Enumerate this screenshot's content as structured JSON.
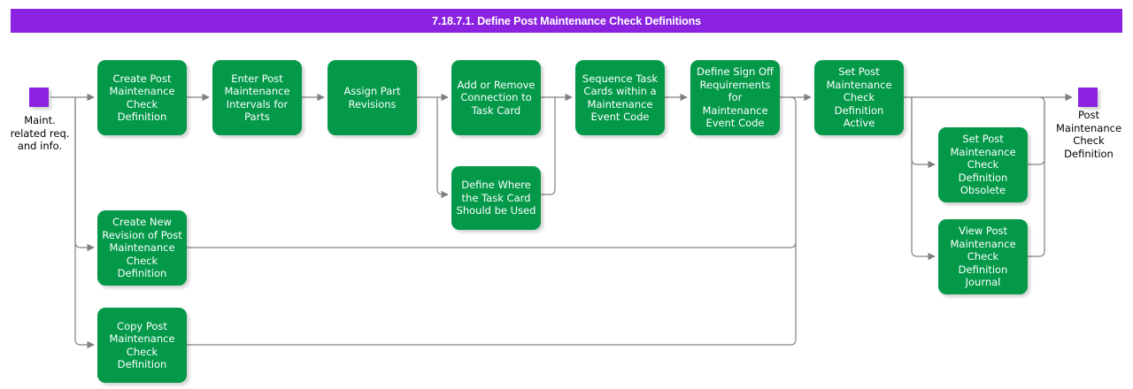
{
  "header": {
    "title": "7.18.7.1. Define Post Maintenance Check Definitions",
    "bar_color": "#8A22E0",
    "text_color": "#FFFFFF"
  },
  "colors": {
    "process_fill": "#039949",
    "process_text": "#FFFFFF",
    "terminal_fill": "#8A22E0",
    "connector": "#808080",
    "background": "#FFFFFF"
  },
  "diagram": {
    "type": "flowchart",
    "orientation": "left-to-right",
    "start_terminal": {
      "name": "maint-related-req-and-info",
      "label": "Maint.\nrelated req.\nand info.",
      "shape": "square",
      "color": "#8A22E0"
    },
    "end_terminal": {
      "name": "post-maintenance-check-definition",
      "label": "Post\nMaintenance\nCheck\nDefinition",
      "shape": "square",
      "color": "#8A22E0"
    },
    "nodes": [
      {
        "id": "create-post-maintenance-check-definition",
        "label": "Create Post\nMaintenance\nCheck Definition",
        "row": "main"
      },
      {
        "id": "enter-post-maintenance-intervals-for-parts",
        "label": "Enter Post\nMaintenance\nIntervals for\nParts",
        "row": "main"
      },
      {
        "id": "assign-part-revisions",
        "label": "Assign Part\nRevisions",
        "row": "main"
      },
      {
        "id": "add-or-remove-connection-to-task-card",
        "label": "Add or Remove\nConnection to\nTask Card",
        "row": "main"
      },
      {
        "id": "define-where-the-task-card-should-be-used",
        "label": "Define Where\nthe Task Card\nShould be Used",
        "row": "branch-lower"
      },
      {
        "id": "sequence-task-cards-within-a-maintenance-event-code",
        "label": "Sequence Task\nCards within a\nMaintenance\nEvent Code",
        "row": "main"
      },
      {
        "id": "define-sign-off-requirements-for-maintenance-event-code",
        "label": "Define Sign Off\nRequirements\nfor Maintenance\nEvent Code",
        "row": "main"
      },
      {
        "id": "set-post-maintenance-check-definition-active",
        "label": "Set Post\nMaintenance\nCheck Definition\nActive",
        "row": "main"
      },
      {
        "id": "set-post-maintenance-check-definition-obsolete",
        "label": "Set Post\nMaintenance\nCheck Definition\nObsolete",
        "row": "right-upper"
      },
      {
        "id": "view-post-maintenance-check-definition-journal",
        "label": "View Post\nMaintenance\nCheck Definition\nJournal",
        "row": "right-lower"
      },
      {
        "id": "create-new-revision-of-post-maintenance-check-definition",
        "label": "Create New\nRevision of Post\nMaintenance\nCheck Definition",
        "row": "left-middle"
      },
      {
        "id": "copy-post-maintenance-check-definition",
        "label": "Copy Post\nMaintenance\nCheck Definition",
        "row": "left-lower"
      }
    ]
  }
}
